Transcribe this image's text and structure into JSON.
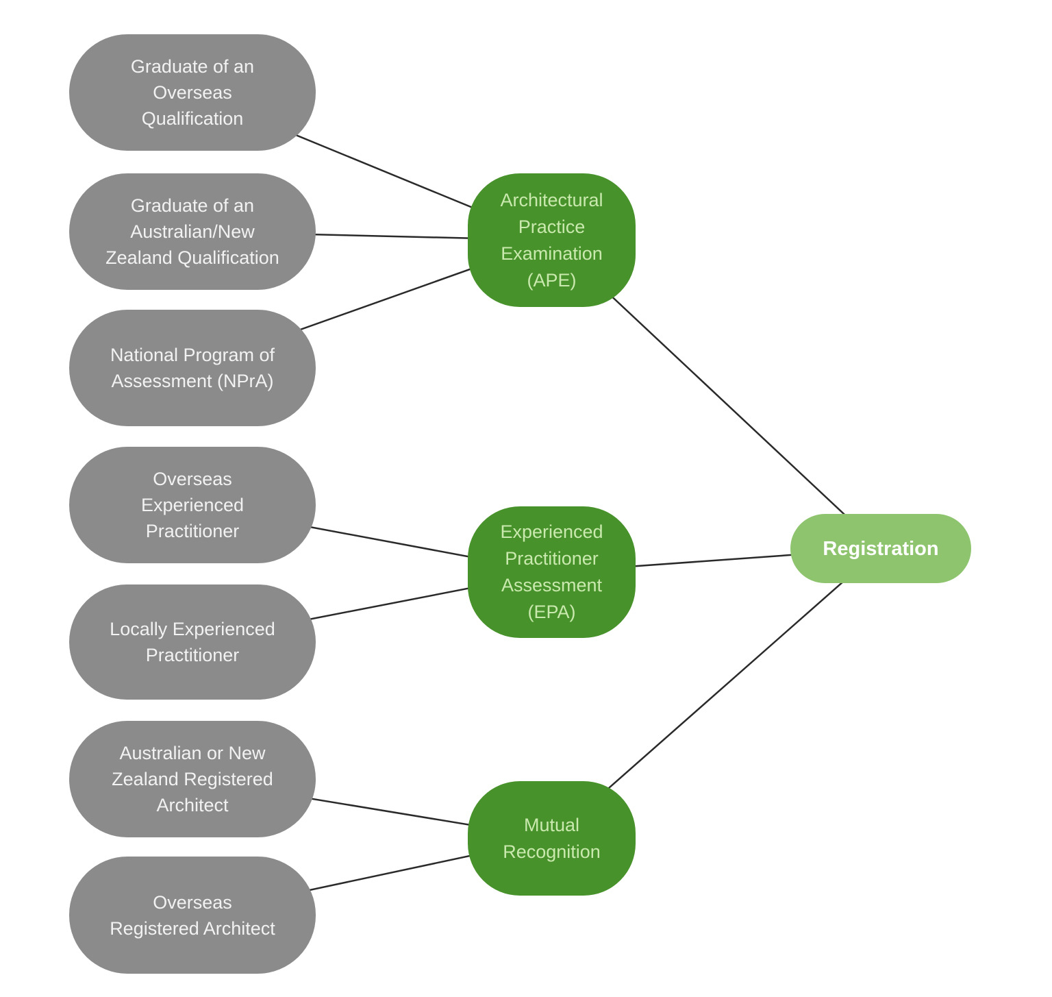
{
  "colors": {
    "background": "#ffffff",
    "source_fill": "#8b8b8b",
    "source_text": "#f2f2f2",
    "assessment_fill": "#48922b",
    "assessment_text": "#c9e9ae",
    "outcome_fill": "#8fc46e",
    "outcome_text": "#ffffff",
    "connector": "#2a2a2a"
  },
  "nodes": [
    {
      "id": "graduate-overseas-qualification",
      "type": "source",
      "label": "Graduate of an\nOverseas\nQualification"
    },
    {
      "id": "graduate-anz-qualification",
      "type": "source",
      "label": "Graduate of an\nAustralian/New\nZealand Qualification"
    },
    {
      "id": "npra",
      "type": "source",
      "label": "National Program of\nAssessment (NPrA)"
    },
    {
      "id": "overseas-experienced-practitioner",
      "type": "source",
      "label": "Overseas\nExperienced\nPractitioner"
    },
    {
      "id": "locally-experienced-practitioner",
      "type": "source",
      "label": "Locally Experienced\nPractitioner"
    },
    {
      "id": "anz-registered-architect",
      "type": "source",
      "label": "Australian or New\nZealand Registered\nArchitect"
    },
    {
      "id": "overseas-registered-architect",
      "type": "source",
      "label": "Overseas\nRegistered Architect"
    },
    {
      "id": "ape",
      "type": "assessment",
      "label": "Architectural\nPractice\nExamination\n(APE)"
    },
    {
      "id": "epa",
      "type": "assessment",
      "label": "Experienced\nPractitioner\nAssessment\n(EPA)"
    },
    {
      "id": "mutual-recognition",
      "type": "assessment",
      "label": "Mutual\nRecognition"
    },
    {
      "id": "registration",
      "type": "outcome",
      "label": "Registration"
    }
  ],
  "edges": [
    {
      "from": "graduate-overseas-qualification",
      "to": "ape"
    },
    {
      "from": "graduate-anz-qualification",
      "to": "ape"
    },
    {
      "from": "npra",
      "to": "ape"
    },
    {
      "from": "overseas-experienced-practitioner",
      "to": "epa"
    },
    {
      "from": "locally-experienced-practitioner",
      "to": "epa"
    },
    {
      "from": "anz-registered-architect",
      "to": "mutual-recognition"
    },
    {
      "from": "overseas-registered-architect",
      "to": "mutual-recognition"
    },
    {
      "from": "ape",
      "to": "registration"
    },
    {
      "from": "epa",
      "to": "registration"
    },
    {
      "from": "mutual-recognition",
      "to": "registration"
    }
  ]
}
